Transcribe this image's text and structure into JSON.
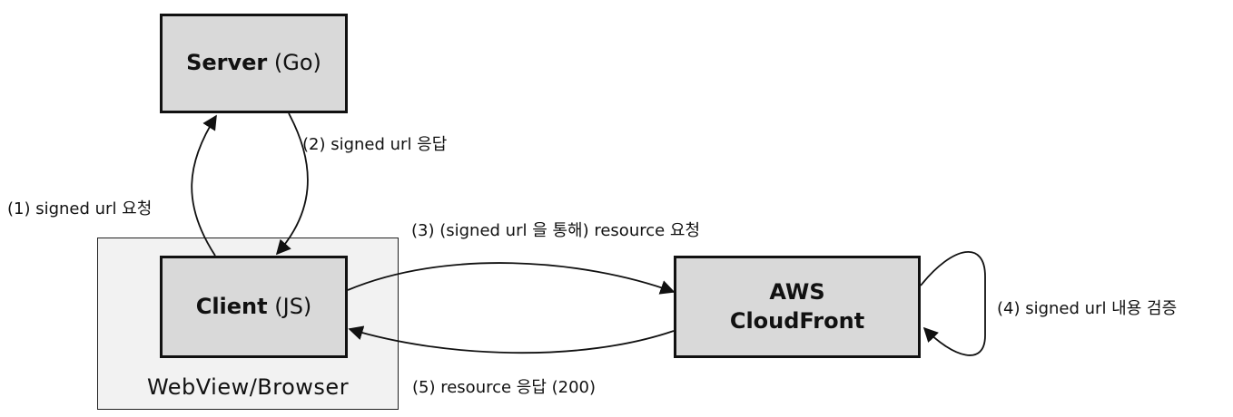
{
  "nodes": {
    "server": {
      "bold": "Server",
      "rest": "(Go)"
    },
    "client": {
      "bold": "Client",
      "rest": "(JS)"
    },
    "cloudfront": {
      "line1": "AWS",
      "line2": "CloudFront"
    }
  },
  "container": {
    "label": "WebView/Browser"
  },
  "edges": {
    "step1": "(1) signed url 요청",
    "step2": "(2) signed url 응답",
    "step3": "(3) (signed url 을 통해) resource 요청",
    "step4": "(4) signed url 내용 검증",
    "step5": "(5) resource 응답 (200)"
  }
}
